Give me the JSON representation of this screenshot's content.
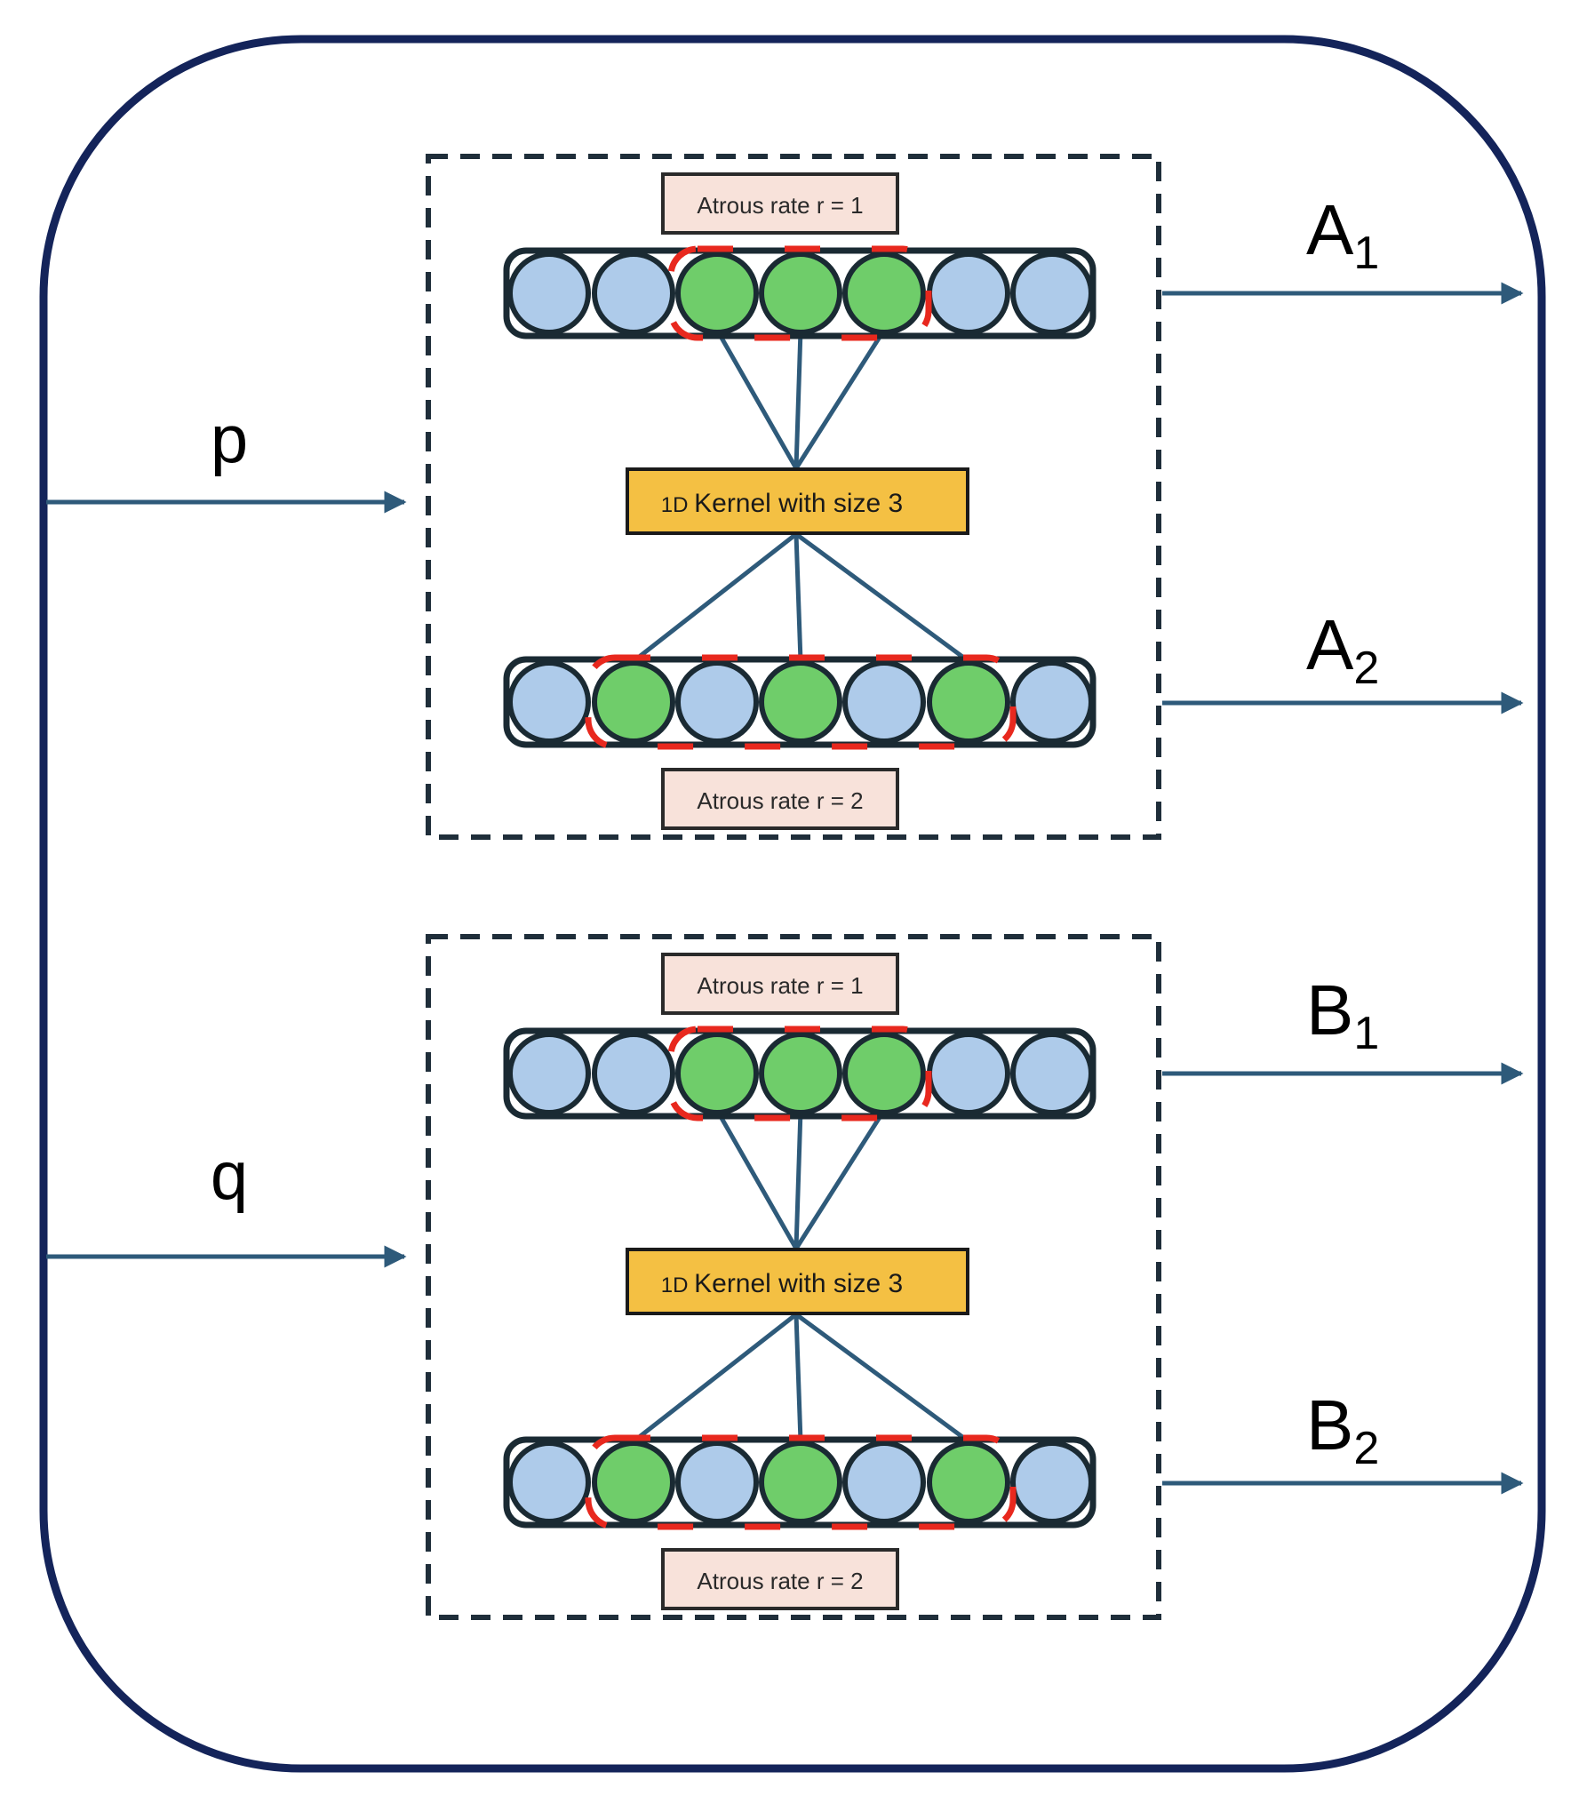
{
  "colors": {
    "frame": "#14245a",
    "arrow": "#2e5a7a",
    "dashed_box": "#1f2e3a",
    "cell_blue": "#aecbea",
    "cell_green": "#6fcd6a",
    "cell_stroke": "#1a2a33",
    "kernel_fill": "#f4c043",
    "rate_label_fill": "#f8e2da",
    "highlight_red": "#e8281e"
  },
  "inputs": [
    {
      "label": "p"
    },
    {
      "label": "q"
    }
  ],
  "blocks": [
    {
      "top_rate_label": "Atrous rate r = 1",
      "kernel_prefix": "1D",
      "kernel_label": "Kernel with size 3",
      "bottom_rate_label": "Atrous rate r = 2",
      "top_row": [
        "blue",
        "blue",
        "green",
        "green",
        "green",
        "blue",
        "blue"
      ],
      "bottom_row": [
        "blue",
        "green",
        "blue",
        "green",
        "blue",
        "green",
        "blue"
      ],
      "outputs": [
        {
          "letter": "A",
          "subscript": "1"
        },
        {
          "letter": "A",
          "subscript": "2"
        }
      ]
    },
    {
      "top_rate_label": "Atrous rate r = 1",
      "kernel_prefix": "1D",
      "kernel_label": "Kernel with size 3",
      "bottom_rate_label": "Atrous rate r = 2",
      "top_row": [
        "blue",
        "blue",
        "green",
        "green",
        "green",
        "blue",
        "blue"
      ],
      "bottom_row": [
        "blue",
        "green",
        "blue",
        "green",
        "blue",
        "green",
        "blue"
      ],
      "outputs": [
        {
          "letter": "B",
          "subscript": "1"
        },
        {
          "letter": "B",
          "subscript": "2"
        }
      ]
    }
  ]
}
